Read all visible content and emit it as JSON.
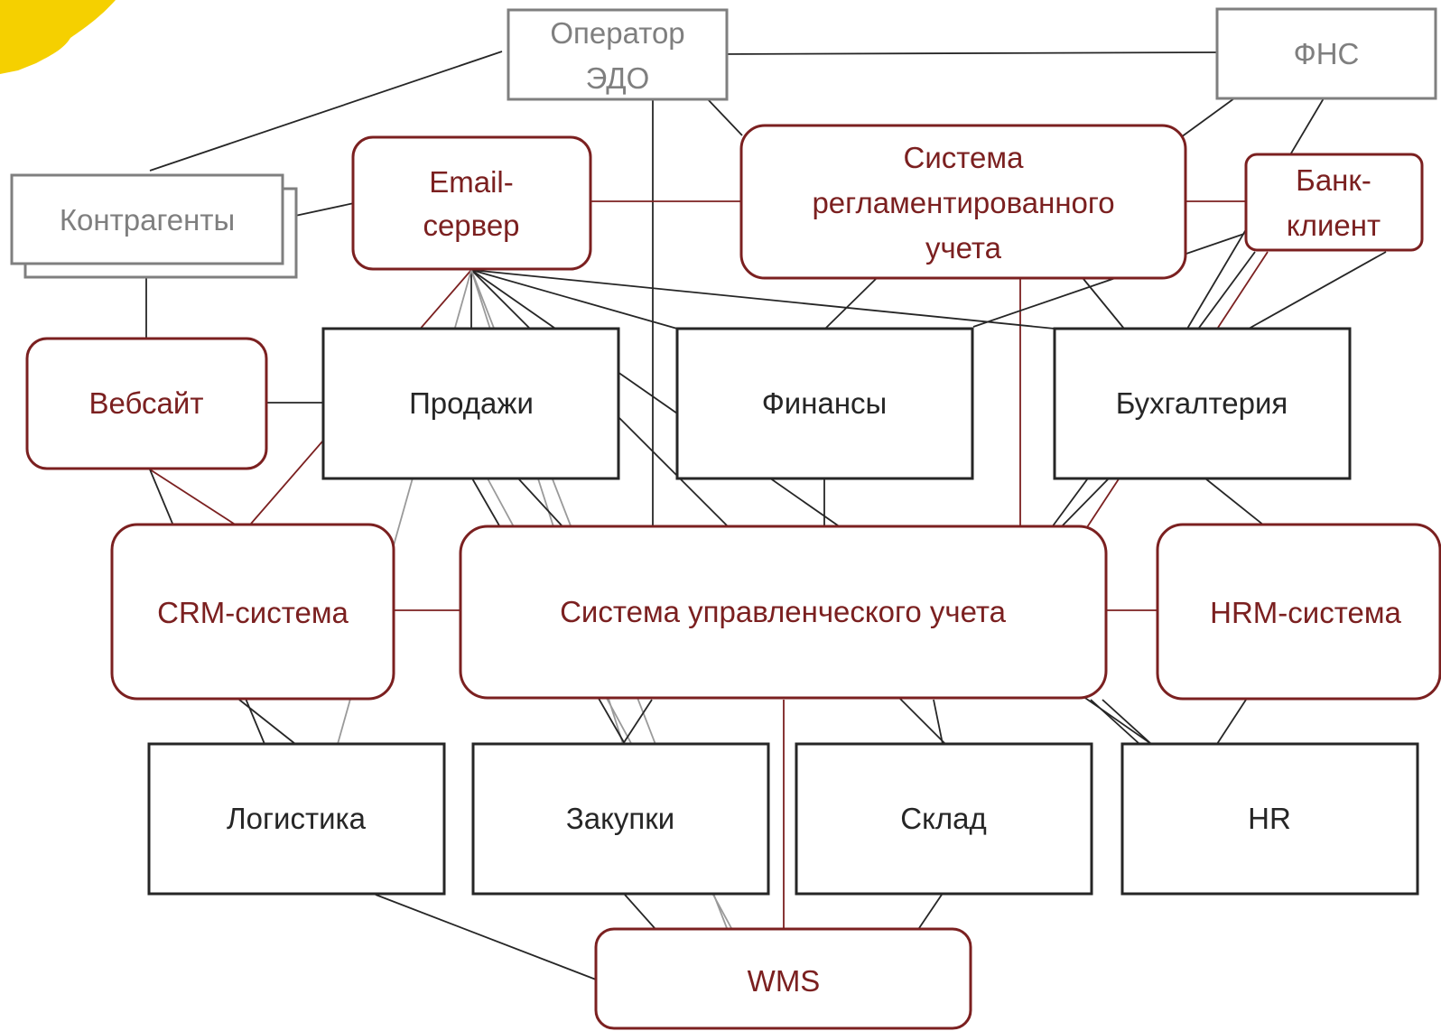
{
  "colors": {
    "external": "#7f7f7f",
    "system": "#7b2020",
    "department": "#262626",
    "accent_brush": "#f5d000"
  },
  "external": {
    "edo_line1": "Оператор",
    "edo_line2": "ЭДО",
    "fns": "ФНС",
    "counterparties": "Контрагенты"
  },
  "systems": {
    "email_line1": "Email-",
    "email_line2": "сервер",
    "reg_line1": "Система",
    "reg_line2": "регламентированного",
    "reg_line3": "учета",
    "bank_line1": "Банк-",
    "bank_line2": "клиент",
    "website": "Вебсайт",
    "crm": "CRM-система",
    "mgmt": "Система управленческого учета",
    "hrm": "HRM-система",
    "wms": "WMS"
  },
  "departments": {
    "sales": "Продажи",
    "finance": "Финансы",
    "accounting": "Бухгалтерия",
    "logistics": "Логистика",
    "purchasing": "Закупки",
    "warehouse": "Склад",
    "hr": "HR"
  }
}
